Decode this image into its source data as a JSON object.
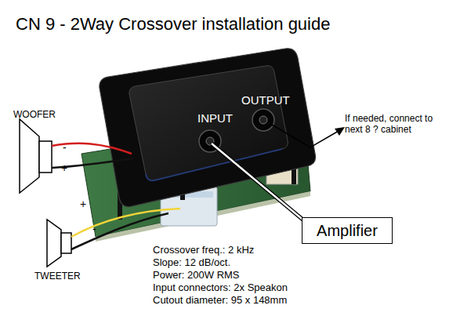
{
  "diagram": {
    "title": "CN 9 - 2Way Crossover installation guide",
    "nodes": [
      {
        "text": [
          "Amplifier"
        ]
      }
    ],
    "labels": [
      "WOOFER",
      "-",
      "+",
      "+",
      "-",
      "TWEETER",
      "INPUT",
      "OUTPUT",
      "If needed, connect to next 8 ? cabinet",
      "Crossover freq.: 2 kHz",
      "Slope: 12 dB/oct.",
      "Power: 200W RMS",
      "Input connectors: 2x Speakon",
      "Cutout diameter: 95 x 148mm"
    ]
  }
}
